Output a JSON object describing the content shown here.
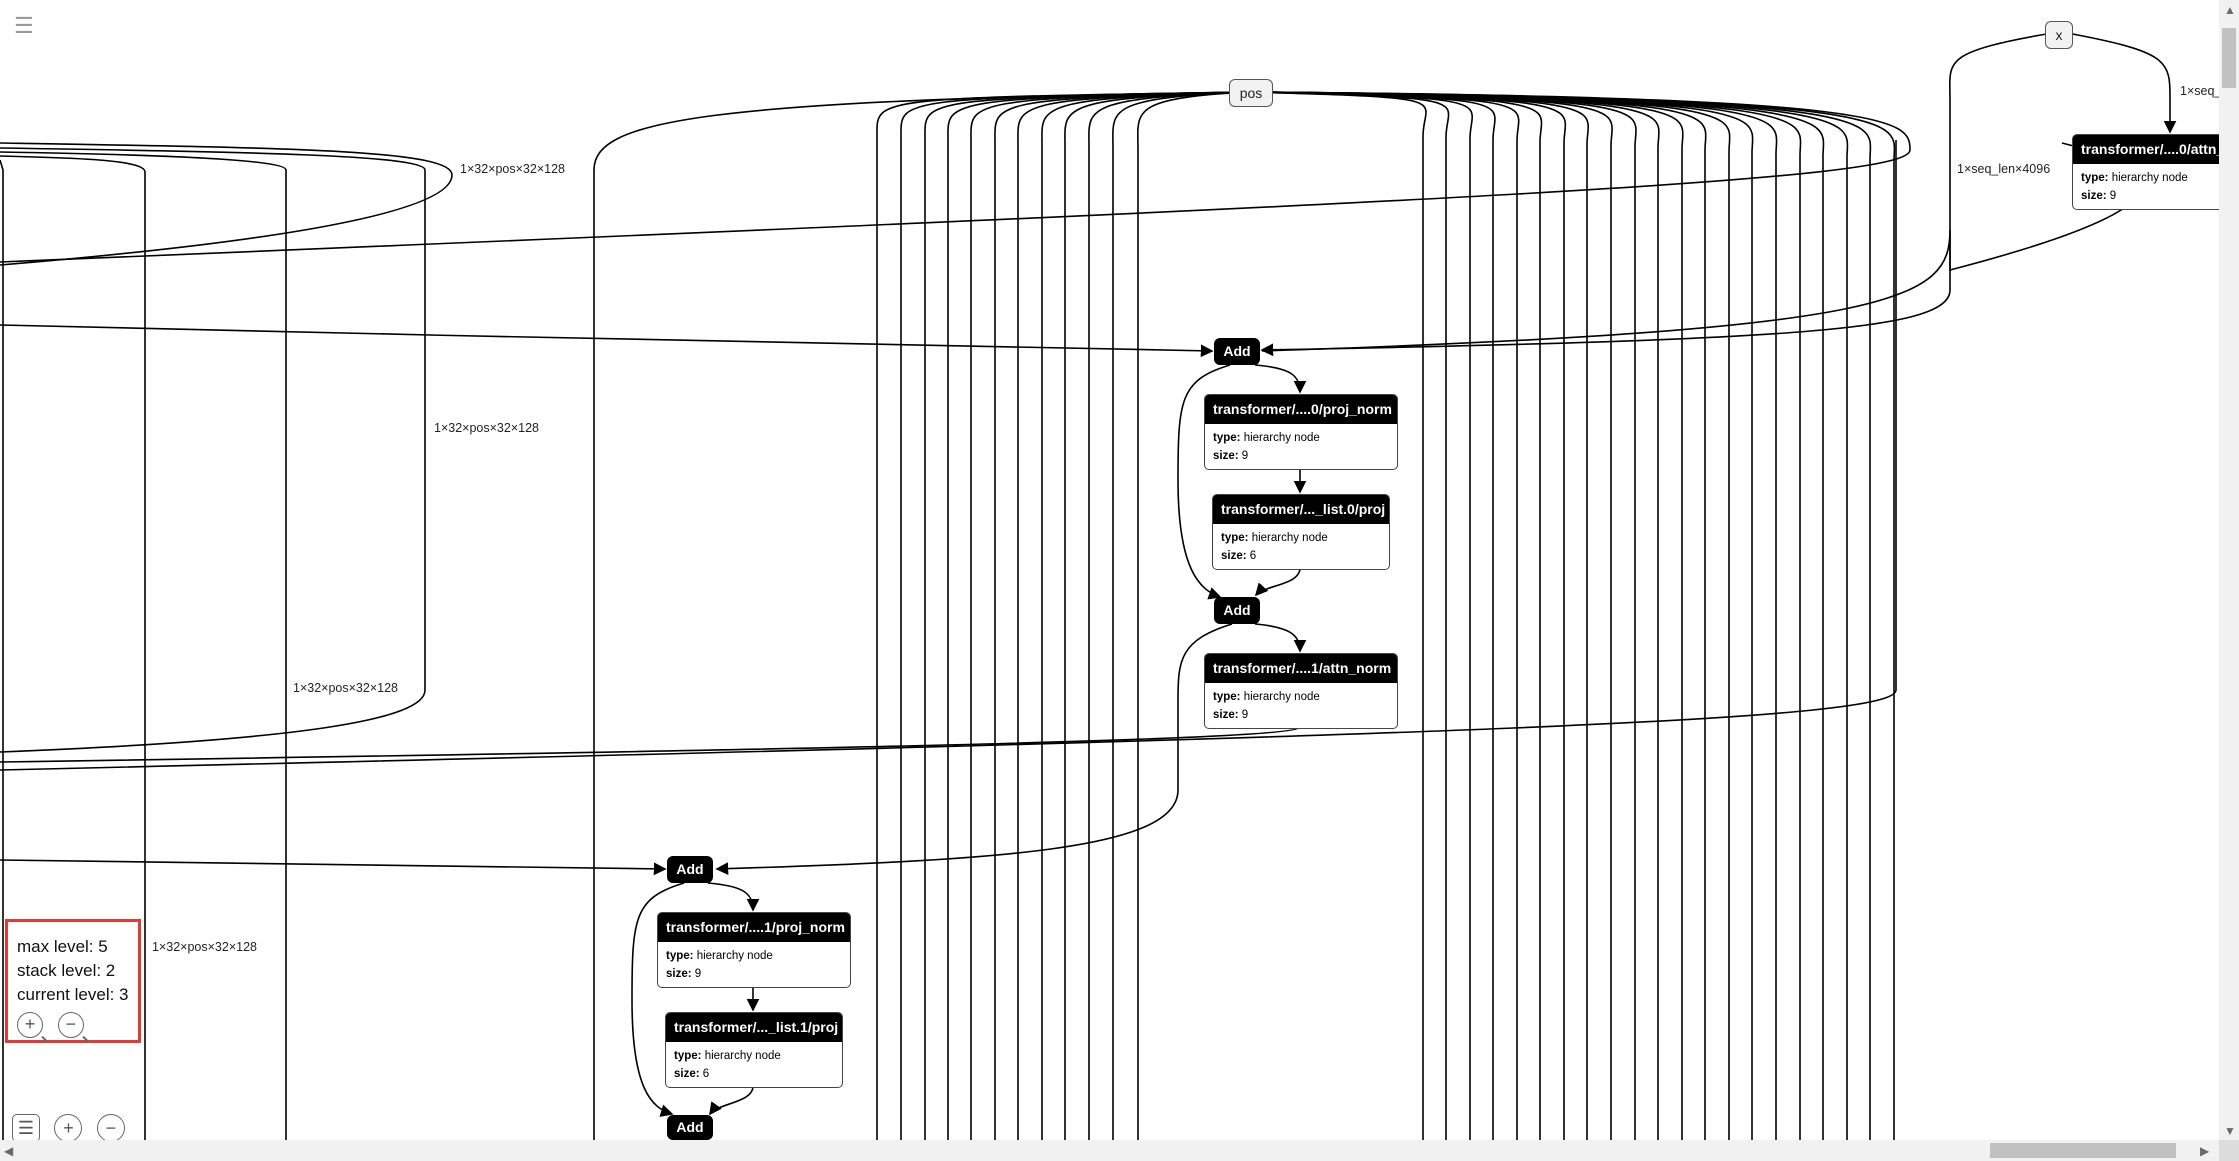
{
  "toolbar": {
    "menu_icon": "hamburger-icon"
  },
  "inputs": [
    {
      "label": "pos"
    },
    {
      "label": "x"
    }
  ],
  "ops": {
    "add_label": "Add"
  },
  "nodes": [
    {
      "title": "transformer/....0/attn_",
      "type_label": "type:",
      "type_value": "hierarchy node",
      "size_label": "size:",
      "size_value": "9"
    },
    {
      "title": "transformer/....0/proj_norm",
      "type_label": "type:",
      "type_value": "hierarchy node",
      "size_label": "size:",
      "size_value": "9"
    },
    {
      "title": "transformer/..._list.0/proj",
      "type_label": "type:",
      "type_value": "hierarchy node",
      "size_label": "size:",
      "size_value": "6"
    },
    {
      "title": "transformer/....1/attn_norm",
      "type_label": "type:",
      "type_value": "hierarchy node",
      "size_label": "size:",
      "size_value": "9"
    },
    {
      "title": "transformer/....1/proj_norm",
      "type_label": "type:",
      "type_value": "hierarchy node",
      "size_label": "size:",
      "size_value": "9"
    },
    {
      "title": "transformer/..._list.1/proj",
      "type_label": "type:",
      "type_value": "hierarchy node",
      "size_label": "size:",
      "size_value": "6"
    }
  ],
  "edge_labels": {
    "e1": "1×32×pos×32×128",
    "e2": "1×32×pos×32×128",
    "e3": "1×32×pos×32×128",
    "e4": "1×32×pos×32×128",
    "e5": "1×seq_len×4096",
    "e6": "1×seq_"
  },
  "level_panel": {
    "max_level": "max level: 5",
    "stack_level": "stack level: 2",
    "current_level": "current level: 3"
  },
  "bottom_tools": {
    "list_icon": "list-icon",
    "zoom_in_icon": "zoom-in-icon",
    "zoom_out_icon": "zoom-out-icon"
  }
}
